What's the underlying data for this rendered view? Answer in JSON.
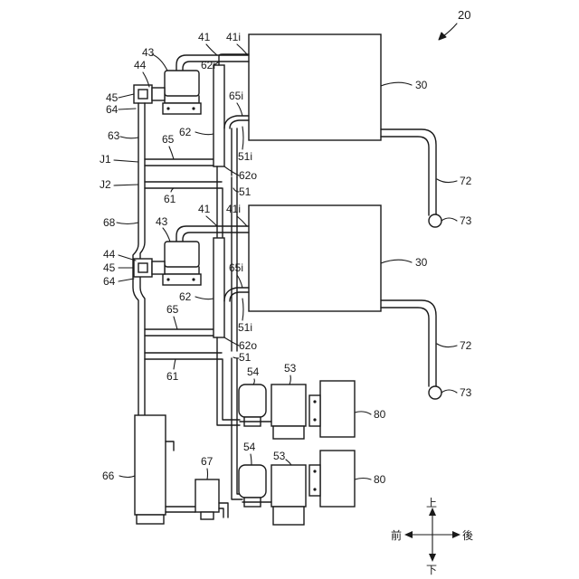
{
  "figure_number": "20",
  "parts": {
    "tank_upper": "30",
    "tank_lower": "30",
    "pipe_41_upper": "41",
    "pipe_41_lower": "41",
    "port_41i_upper": "41i",
    "port_41i_lower": "41i",
    "reservoir_43_upper": "43",
    "reservoir_43_lower": "43",
    "valve_44_upper": "44",
    "valve_44_lower": "44",
    "valve_45_upper": "45",
    "valve_45_lower": "45",
    "pipe_64_upper": "64",
    "pipe_64_lower": "64",
    "pipe_63": "63",
    "pipe_68": "68",
    "pipe_65_upper": "65",
    "pipe_65_lower": "65",
    "junction_j1": "J1",
    "junction_j2": "J2",
    "pipe_61_upper": "61",
    "pipe_61_lower": "61",
    "pipe_62_upper": "62",
    "pipe_62_lower": "62",
    "port_62i": "62i",
    "port_62o_upper": "62o",
    "port_62o_lower": "62o",
    "port_65i_upper": "65i",
    "port_65i_lower": "65i",
    "port_51i_upper": "51i",
    "port_51i_lower": "51i",
    "pipe_51_upper": "51",
    "pipe_51_lower": "51",
    "hose_72_upper": "72",
    "hose_72_lower": "72",
    "nozzle_73_upper": "73",
    "nozzle_73_lower": "73",
    "filter_54_upper": "54",
    "filter_54_lower": "54",
    "pump_53_upper": "53",
    "pump_53_lower": "53",
    "unit_80_upper": "80",
    "unit_80_lower": "80",
    "tank_66": "66",
    "unit_67": "67"
  },
  "compass": {
    "up": "上",
    "down": "下",
    "front": "前",
    "back": "後"
  }
}
